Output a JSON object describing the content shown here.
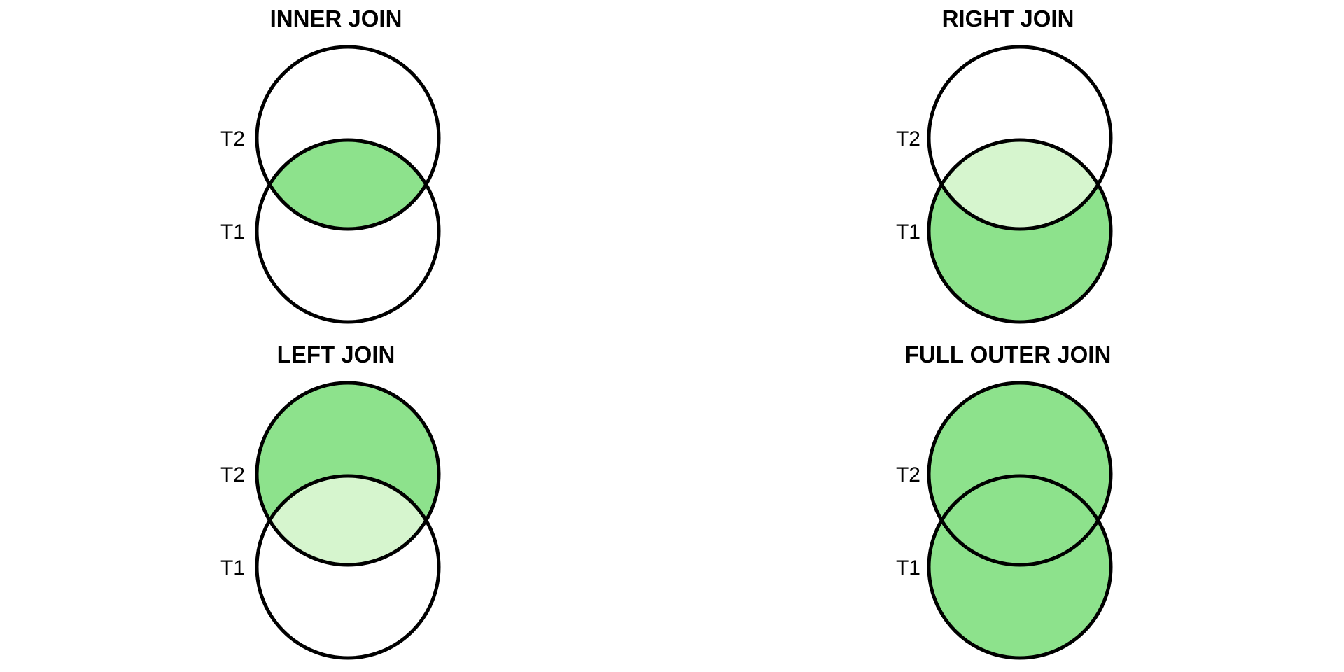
{
  "figure": {
    "background_color": "#FFFFFF",
    "colors": {
      "highlight_green": "#8DE28C",
      "highlight_light_green": "#D6F5CE",
      "circle_outline": "#000000",
      "text": "#000000"
    }
  },
  "panels": [
    {
      "id": "inner-join",
      "title": "INNER JOIN",
      "labels": {
        "top_circle": "T2",
        "bottom_circle": "T1"
      },
      "highlighted_region": "intersection only",
      "fills": {
        "t2": "none",
        "t1": "none",
        "intersection": "#8DE28C"
      }
    },
    {
      "id": "right-join",
      "title": "RIGHT JOIN",
      "labels": {
        "top_circle": "T2",
        "bottom_circle": "T1"
      },
      "highlighted_region": "all of T1, intersection lighter",
      "fills": {
        "t2": "none",
        "t1": "#8DE28C",
        "intersection": "#D6F5CE"
      }
    },
    {
      "id": "left-join",
      "title": "LEFT JOIN",
      "labels": {
        "top_circle": "T2",
        "bottom_circle": "T1"
      },
      "highlighted_region": "all of T2, intersection lighter",
      "fills": {
        "t2": "#8DE28C",
        "t1": "none",
        "intersection": "#D6F5CE"
      }
    },
    {
      "id": "full-outer-join",
      "title": "FULL OUTER JOIN",
      "labels": {
        "top_circle": "T2",
        "bottom_circle": "T1"
      },
      "highlighted_region": "both circles fully",
      "fills": {
        "t2": "#8DE28C",
        "t1": "#8DE28C",
        "intersection": "#8DE28C"
      }
    }
  ]
}
